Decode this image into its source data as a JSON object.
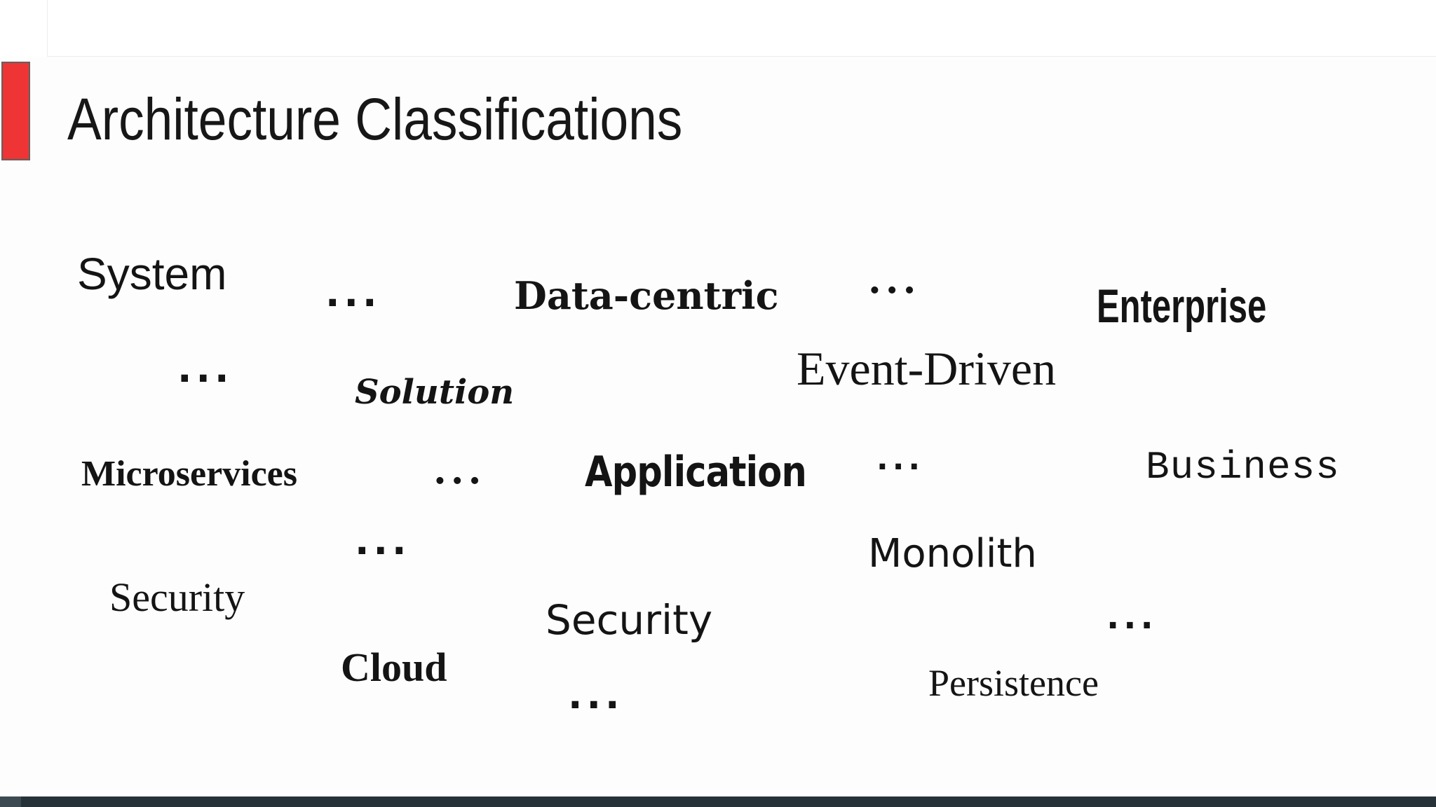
{
  "slide": {
    "title": "Architecture Classifications",
    "accent_color": "#ee3434",
    "footer_color": "#263238",
    "background_color": "#ffffff",
    "text_color": "#141414"
  },
  "terms": [
    {
      "text": "System"
    },
    {
      "text": "..."
    },
    {
      "text": "Data-centric"
    },
    {
      "text": "..."
    },
    {
      "text": "Enterprise"
    },
    {
      "text": "..."
    },
    {
      "text": "Solution"
    },
    {
      "text": "Event-Driven"
    },
    {
      "text": "Microservices"
    },
    {
      "text": "..."
    },
    {
      "text": "Application"
    },
    {
      "text": "..."
    },
    {
      "text": "Business"
    },
    {
      "text": "..."
    },
    {
      "text": "Security"
    },
    {
      "text": "Security"
    },
    {
      "text": "Monolith"
    },
    {
      "text": "Cloud"
    },
    {
      "text": "..."
    },
    {
      "text": "Persistence"
    },
    {
      "text": "..."
    }
  ]
}
